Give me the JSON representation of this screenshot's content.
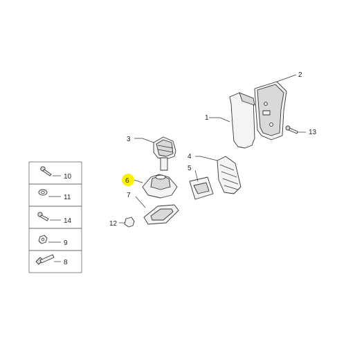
{
  "colors": {
    "highlight": "#fff200",
    "line": "#333333",
    "part_fill": "#f4f4f4"
  },
  "callouts": {
    "c1": "1",
    "c2": "2",
    "c3": "3",
    "c4": "4",
    "c5": "5",
    "c6": "6",
    "c7": "7",
    "c12": "12",
    "c13": "13"
  },
  "legend": [
    {
      "number": "10",
      "icon": "screw-icon"
    },
    {
      "number": "11",
      "icon": "washer-icon"
    },
    {
      "number": "14",
      "icon": "self-tapping-screw-icon"
    },
    {
      "number": "9",
      "icon": "nut-icon"
    },
    {
      "number": "8",
      "icon": "bolt-icon"
    }
  ]
}
